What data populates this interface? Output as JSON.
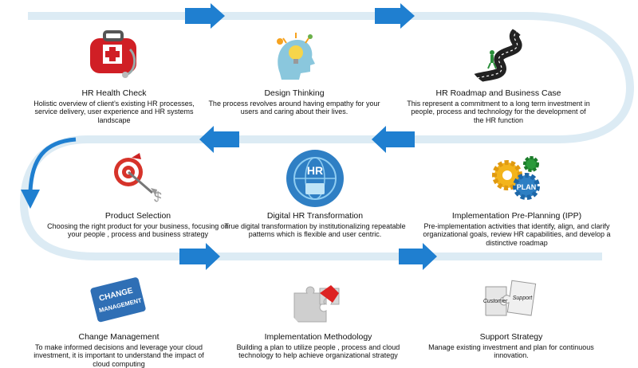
{
  "steps": [
    {
      "title": "HR Health Check",
      "desc": "Holistic overview of client’s existing HR processes, service delivery, user experience and HR systems landscape",
      "icon": "first-aid-kit-icon"
    },
    {
      "title": "Design Thinking",
      "desc": "The process revolves around having empathy for your users and caring about their lives.",
      "icon": "lightbulb-head-icon"
    },
    {
      "title": "HR Roadmap and Business Case",
      "desc": "This represent a commitment to a long term investment in people, process and technology for the development of the HR function",
      "icon": "road-walker-icon"
    },
    {
      "title": "Product Selection",
      "desc": "Choosing the right product for your business, focusing on your people , process and business strategy",
      "icon": "target-dart-icon"
    },
    {
      "title": "Digital HR Transformation",
      "desc": "True digital transformation by institutionalizing repeatable patterns which is flexible and user centric.",
      "icon": "hr-globe-icon"
    },
    {
      "title": "Implementation Pre-Planning (IPP)",
      "desc": "Pre-implementation activities that identify, align, and clarify organizational goals, review HR capabilities, and develop a distinctive roadmap",
      "icon": "gears-icon"
    },
    {
      "title": "Change Management",
      "desc": "To make informed decisions and leverage your cloud investment, it is important to understand the impact of cloud computing",
      "icon": "change-management-sign-icon"
    },
    {
      "title": "Implementation Methodology",
      "desc": "Building a plan to utilize people , process and cloud technology to help achieve organizational strategy",
      "icon": "puzzle-icon"
    },
    {
      "title": "Support Strategy",
      "desc": "Manage existing investment and plan for continuous innovation.",
      "icon": "customer-support-puzzle-icon"
    }
  ],
  "icon_labels": {
    "change": "CHANGE",
    "management": "MANAGEMENT",
    "customer": "Customer",
    "support": "Support",
    "hr": "HR",
    "plan": "PLAN"
  },
  "colors": {
    "path": "#dcebf4",
    "arrow": "#1f7fd0"
  }
}
